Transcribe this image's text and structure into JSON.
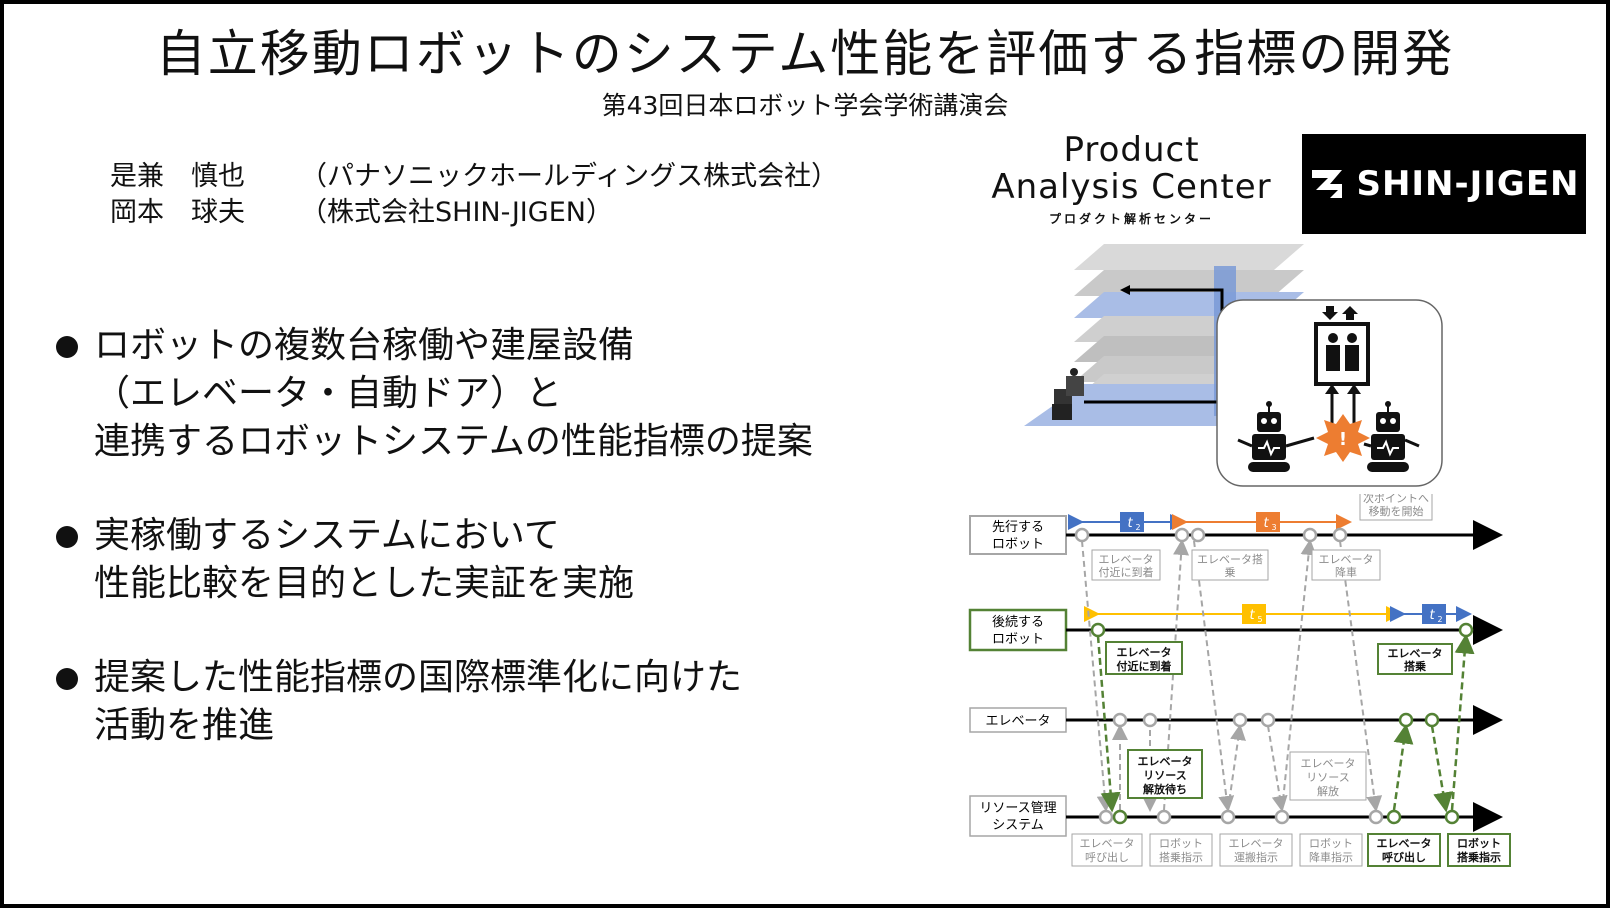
{
  "title": "自立移動ロボットのシステム性能を評価する指標の開発",
  "subtitle": "第43回日本ロボット学会学術講演会",
  "authors": [
    {
      "name": "是兼　慎也",
      "affiliation": "（パナソニックホールディングス株式会社）"
    },
    {
      "name": "岡本　球夫",
      "affiliation": "（株式会社SHIN-JIGEN）"
    }
  ],
  "bullets": [
    {
      "lines": [
        "ロボットの複数台稼働や建屋設備",
        "（エレベータ・自動ドア）と",
        "連携するロボットシステムの性能指標の提案"
      ]
    },
    {
      "lines": [
        "実稼働するシステムにおいて",
        "性能比較を目的とした実証を実施"
      ]
    },
    {
      "lines": [
        "提案した性能指標の国際標準化に向けた",
        "活動を推進"
      ]
    }
  ],
  "logo_pac": {
    "line1": "Product",
    "line2": "Analysis Center",
    "line3": "プロダクト解析センター"
  },
  "logo_sj": {
    "text": "SHIN-JIGEN"
  },
  "timeline": {
    "lanes": {
      "lead_1": "先行する",
      "lead_2": "ロボット",
      "follow_1": "後続する",
      "follow_2": "ロボット",
      "elevator": "エレベータ",
      "rms_1": "リソース管理",
      "rms_2": "システム"
    },
    "durations": {
      "t2a": "t",
      "t2a_sub": "2",
      "t3": "t",
      "t3_sub": "3",
      "t5": "t",
      "t5_sub": "5",
      "t2b": "t",
      "t2b_sub": "2"
    },
    "annotations": {
      "next_1": "次ポイントへ",
      "next_2": "移動を開始",
      "arr_1": "エレベータ",
      "arr_2": "付近に到着",
      "board_1": "エレベータ搭",
      "board_2": "乗",
      "exit_1": "エレベータ",
      "exit_2": "降車",
      "f_arr_1": "エレベータ",
      "f_arr_2": "付近に到着",
      "f_board_1": "エレベータ",
      "f_board_2": "搭乗",
      "wait_1": "エレベータ",
      "wait_2": "リソース",
      "wait_3": "解放待ち",
      "rel_1": "エレベータ",
      "rel_2": "リソース",
      "rel_3": "解放"
    },
    "bottom_labels": [
      {
        "l1": "エレベータ",
        "l2": "呼び出し"
      },
      {
        "l1": "ロボット",
        "l2": "搭乗指示"
      },
      {
        "l1": "エレベータ",
        "l2": "運搬指示"
      },
      {
        "l1": "ロボット",
        "l2": "降車指示"
      },
      {
        "l1": "エレベータ",
        "l2": "呼び出し"
      },
      {
        "l1": "ロボット",
        "l2": "搭乗指示"
      }
    ]
  },
  "colors": {
    "blue": "#4472c4",
    "orange": "#ed7d31",
    "yellow": "#ffc000",
    "green": "#548235",
    "gray": "#a6a6a6"
  }
}
